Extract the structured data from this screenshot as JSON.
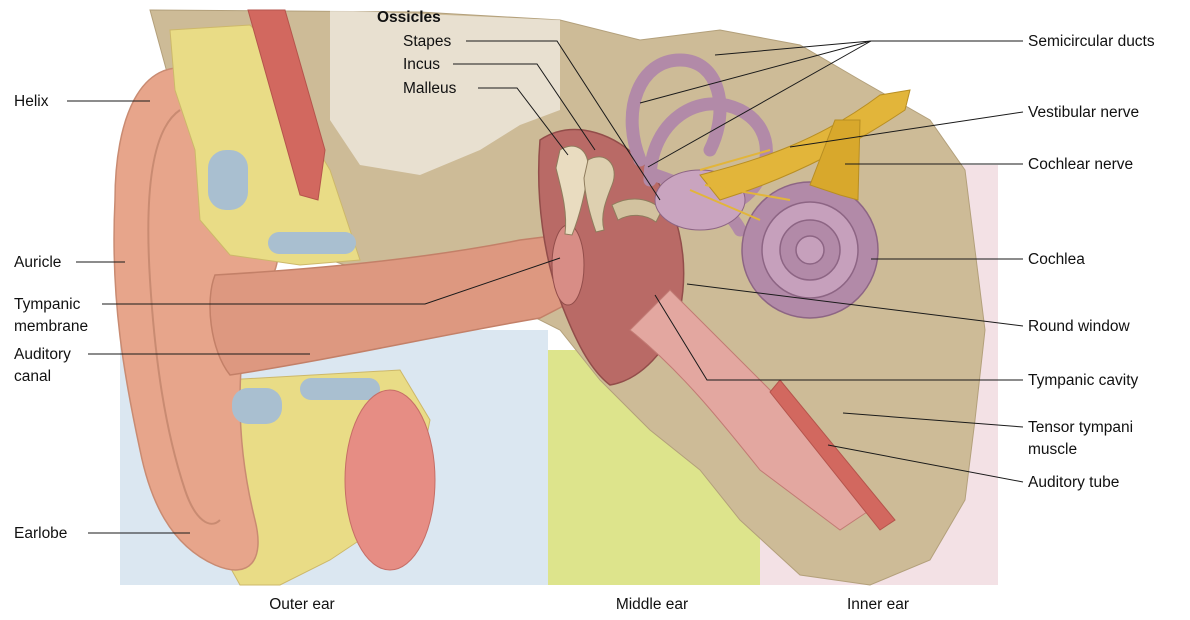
{
  "colors": {
    "outer_zone": "#dbe7f1",
    "middle_zone": "#dde48c",
    "inner_zone": "#f3e1e5",
    "bone": "#cdbb97",
    "skin": "#e7a58b",
    "cartilage": "#e9dc86",
    "fat_pocket": "#a9bfd0",
    "membranous_labyrinth": "#b28aa8",
    "nerve": "#e2b53a",
    "muscle": "#d2685f"
  },
  "labels": {
    "ossicles_title": "Ossicles",
    "stapes": "Stapes",
    "incus": "Incus",
    "malleus": "Malleus",
    "helix": "Helix",
    "auricle": "Auricle",
    "tympanic_membrane": [
      "Tympanic",
      "membrane"
    ],
    "auditory_canal": [
      "Auditory",
      "canal"
    ],
    "earlobe": "Earlobe",
    "semicircular_ducts": "Semicircular ducts",
    "vestibular_nerve": "Vestibular nerve",
    "cochlear_nerve": "Cochlear nerve",
    "cochlea": "Cochlea",
    "round_window": "Round window",
    "tympanic_cavity": "Tympanic cavity",
    "tensor_tympani": [
      "Tensor tympani",
      "muscle"
    ],
    "auditory_tube": "Auditory tube"
  },
  "regions": {
    "outer_ear": "Outer ear",
    "middle_ear": "Middle ear",
    "inner_ear": "Inner ear"
  }
}
